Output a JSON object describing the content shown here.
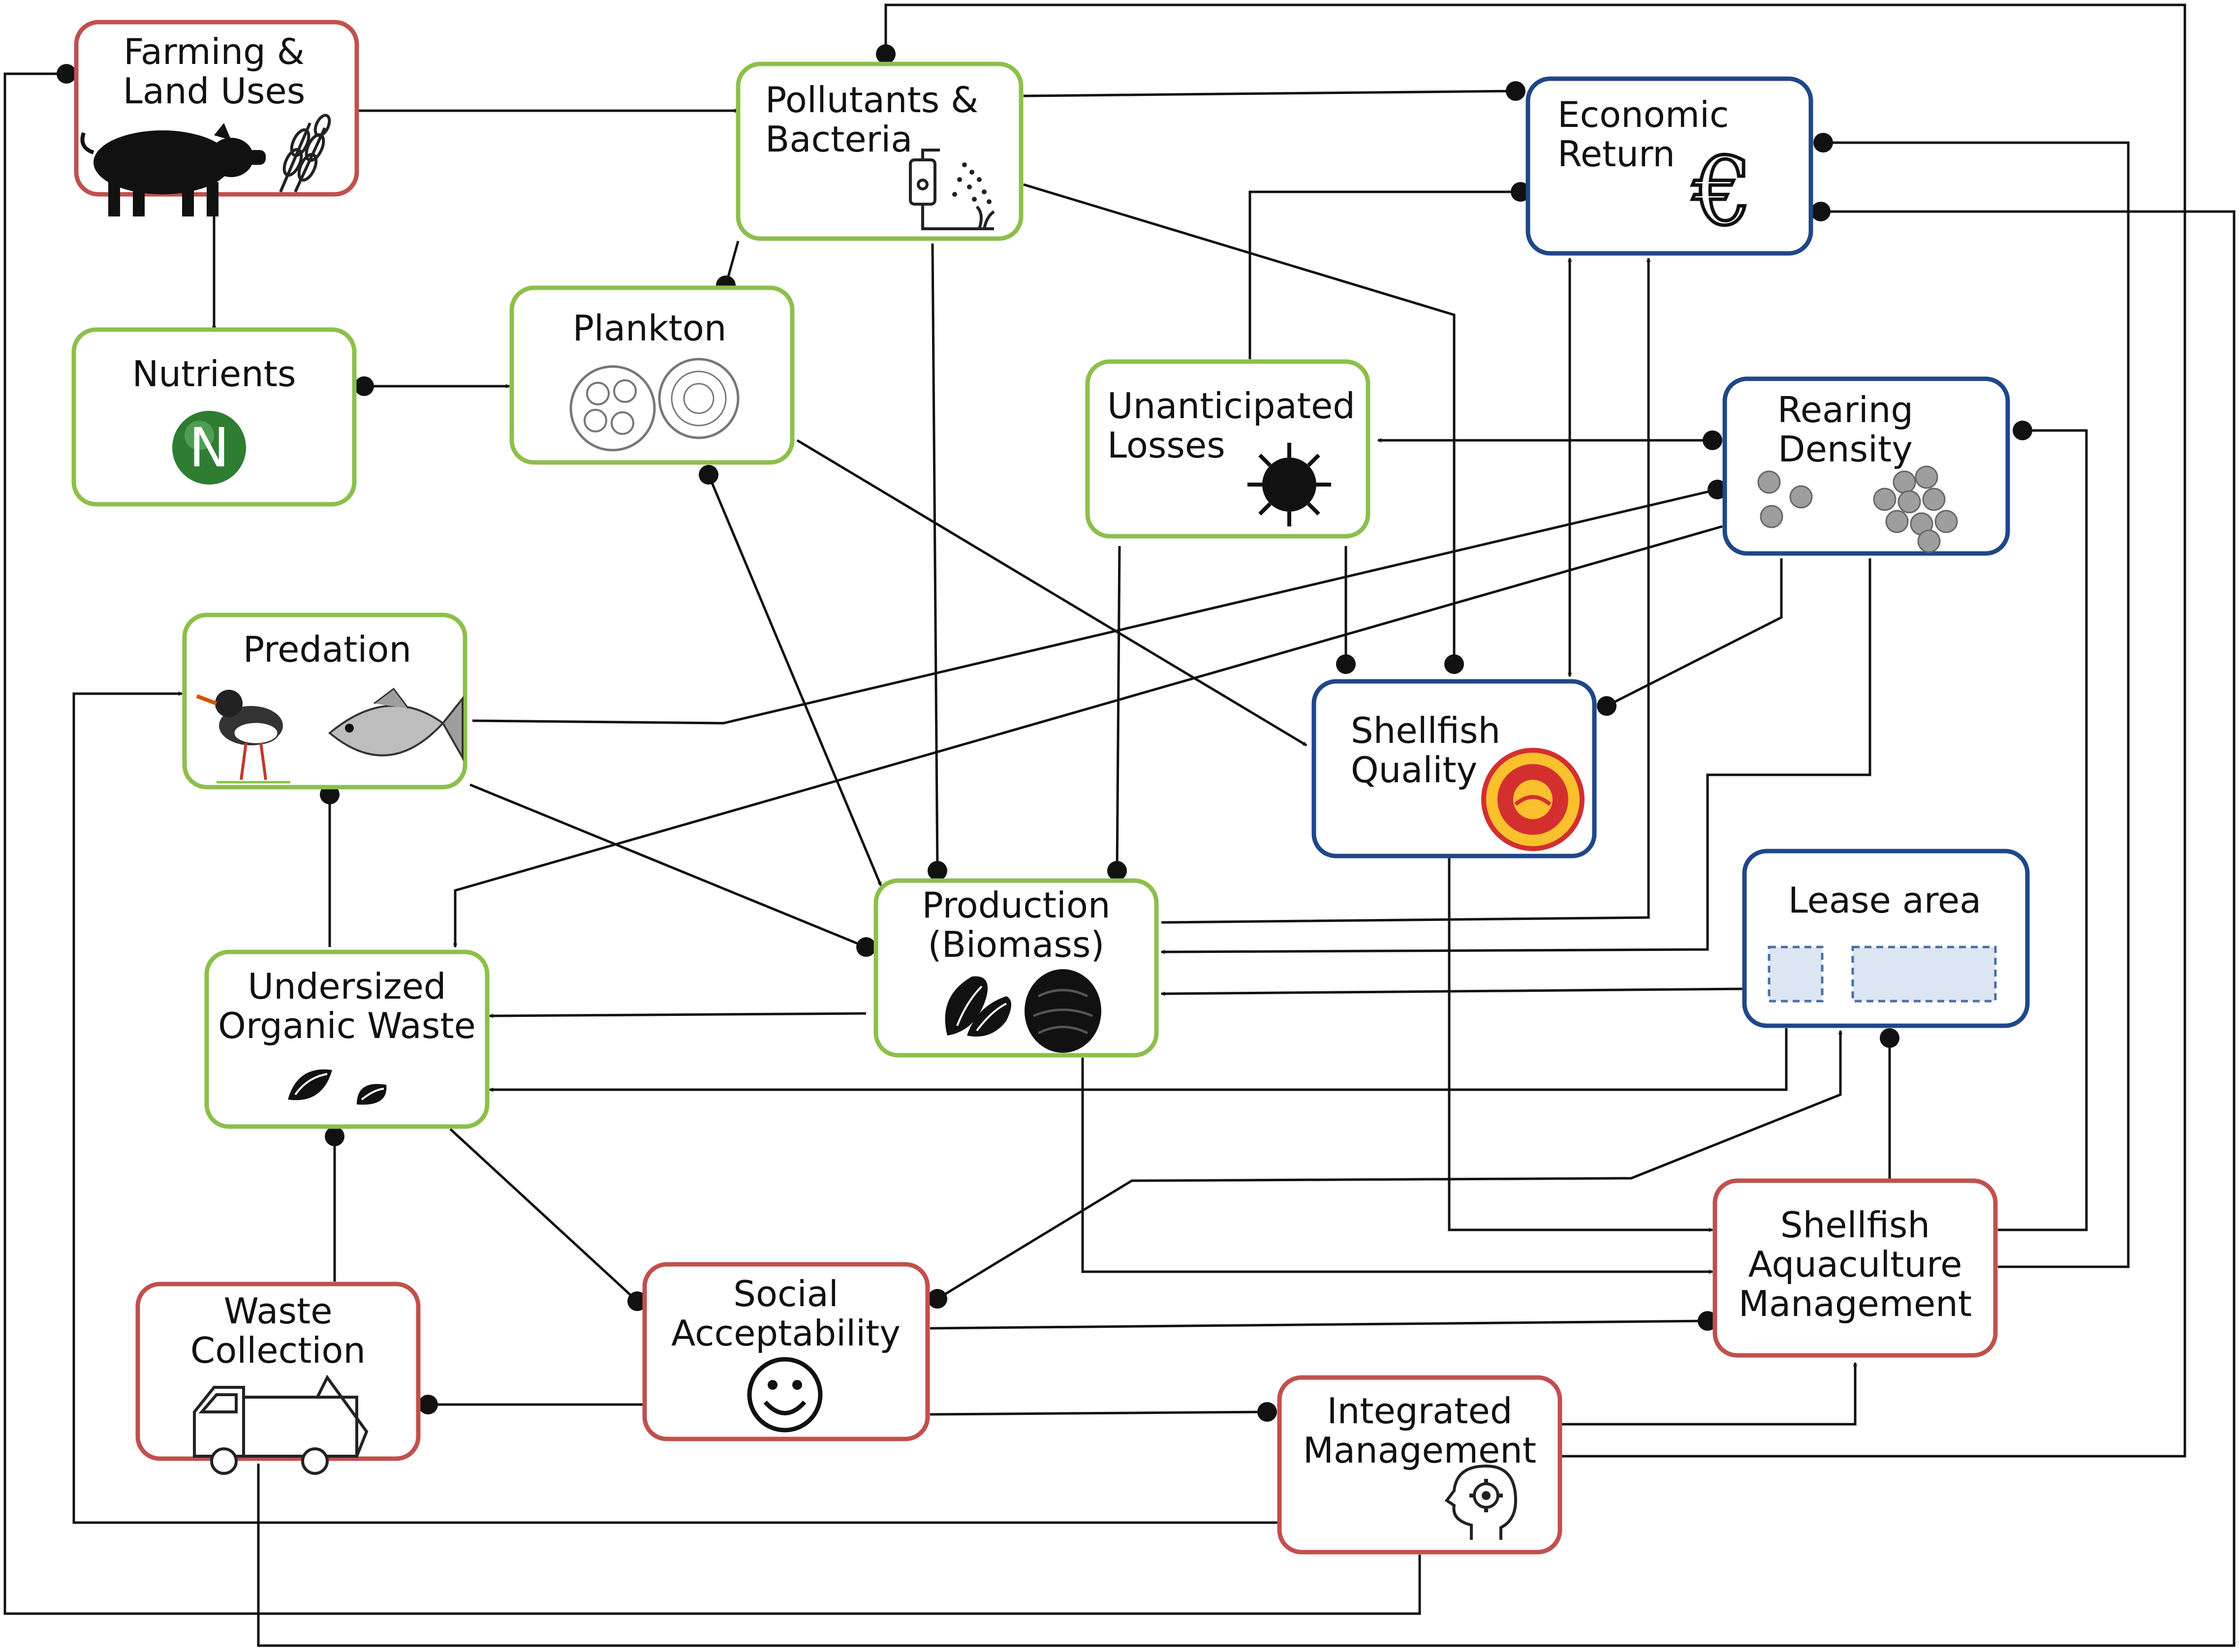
{
  "colors": {
    "red": "#c0504d",
    "green": "#8cbf4c",
    "blue": "#1f4788",
    "lease_fill": "#dce6f2",
    "lease_stroke": "#4a6fa5",
    "nutrient_green": "#2e7d32",
    "seal_red": "#d32f2f",
    "seal_yellow": "#fbc02d"
  },
  "nodes": {
    "farming": {
      "lines": [
        "Farming &",
        "Land Uses"
      ],
      "category": "red"
    },
    "pollutants": {
      "lines": [
        "Pollutants &",
        "Bacteria"
      ],
      "category": "green"
    },
    "economic": {
      "lines": [
        "Economic",
        "Return"
      ],
      "category": "blue"
    },
    "nutrients": {
      "lines": [
        "Nutrients"
      ],
      "category": "green"
    },
    "plankton": {
      "lines": [
        "Plankton"
      ],
      "category": "green"
    },
    "unanticipated": {
      "lines": [
        "Unanticipated",
        "Losses"
      ],
      "category": "green"
    },
    "rearing": {
      "lines": [
        "Rearing",
        "Density"
      ],
      "category": "blue"
    },
    "predation": {
      "lines": [
        "Predation"
      ],
      "category": "green"
    },
    "quality": {
      "lines": [
        "Shellfish",
        "Quality"
      ],
      "category": "blue"
    },
    "lease": {
      "lines": [
        "Lease area"
      ],
      "category": "blue"
    },
    "production": {
      "lines": [
        "Production",
        "(Biomass)"
      ],
      "category": "green"
    },
    "undersized": {
      "lines": [
        "Undersized",
        "Organic Waste"
      ],
      "category": "green"
    },
    "management": {
      "lines": [
        "Shellfish",
        "Aquaculture",
        "Management"
      ],
      "category": "red"
    },
    "waste": {
      "lines": [
        "Waste",
        "Collection"
      ],
      "category": "red"
    },
    "social": {
      "lines": [
        "Social",
        "Acceptability"
      ],
      "category": "red"
    },
    "integrated": {
      "lines": [
        "Integrated",
        "Management"
      ],
      "category": "red"
    }
  },
  "nutrient_symbol": "N",
  "euro_symbol": "€",
  "icons": {
    "farming": [
      "pig-icon",
      "wheat-icon"
    ],
    "pollutants": "sprayer-icon",
    "economic": "euro-icon",
    "nutrients": "nitrogen-icon",
    "plankton": "plankton-icon",
    "unanticipated": "virus-icon",
    "rearing": "pebbles-icon",
    "predation": [
      "oystercatcher-icon",
      "fish-icon"
    ],
    "quality": "quality-seal-icon",
    "lease": "lease-plots-icon",
    "production": [
      "mussel-icon",
      "oyster-icon"
    ],
    "undersized": "small-shells-icon",
    "waste": "garbage-truck-icon",
    "social": "smiley-icon",
    "integrated": "head-gear-icon"
  }
}
